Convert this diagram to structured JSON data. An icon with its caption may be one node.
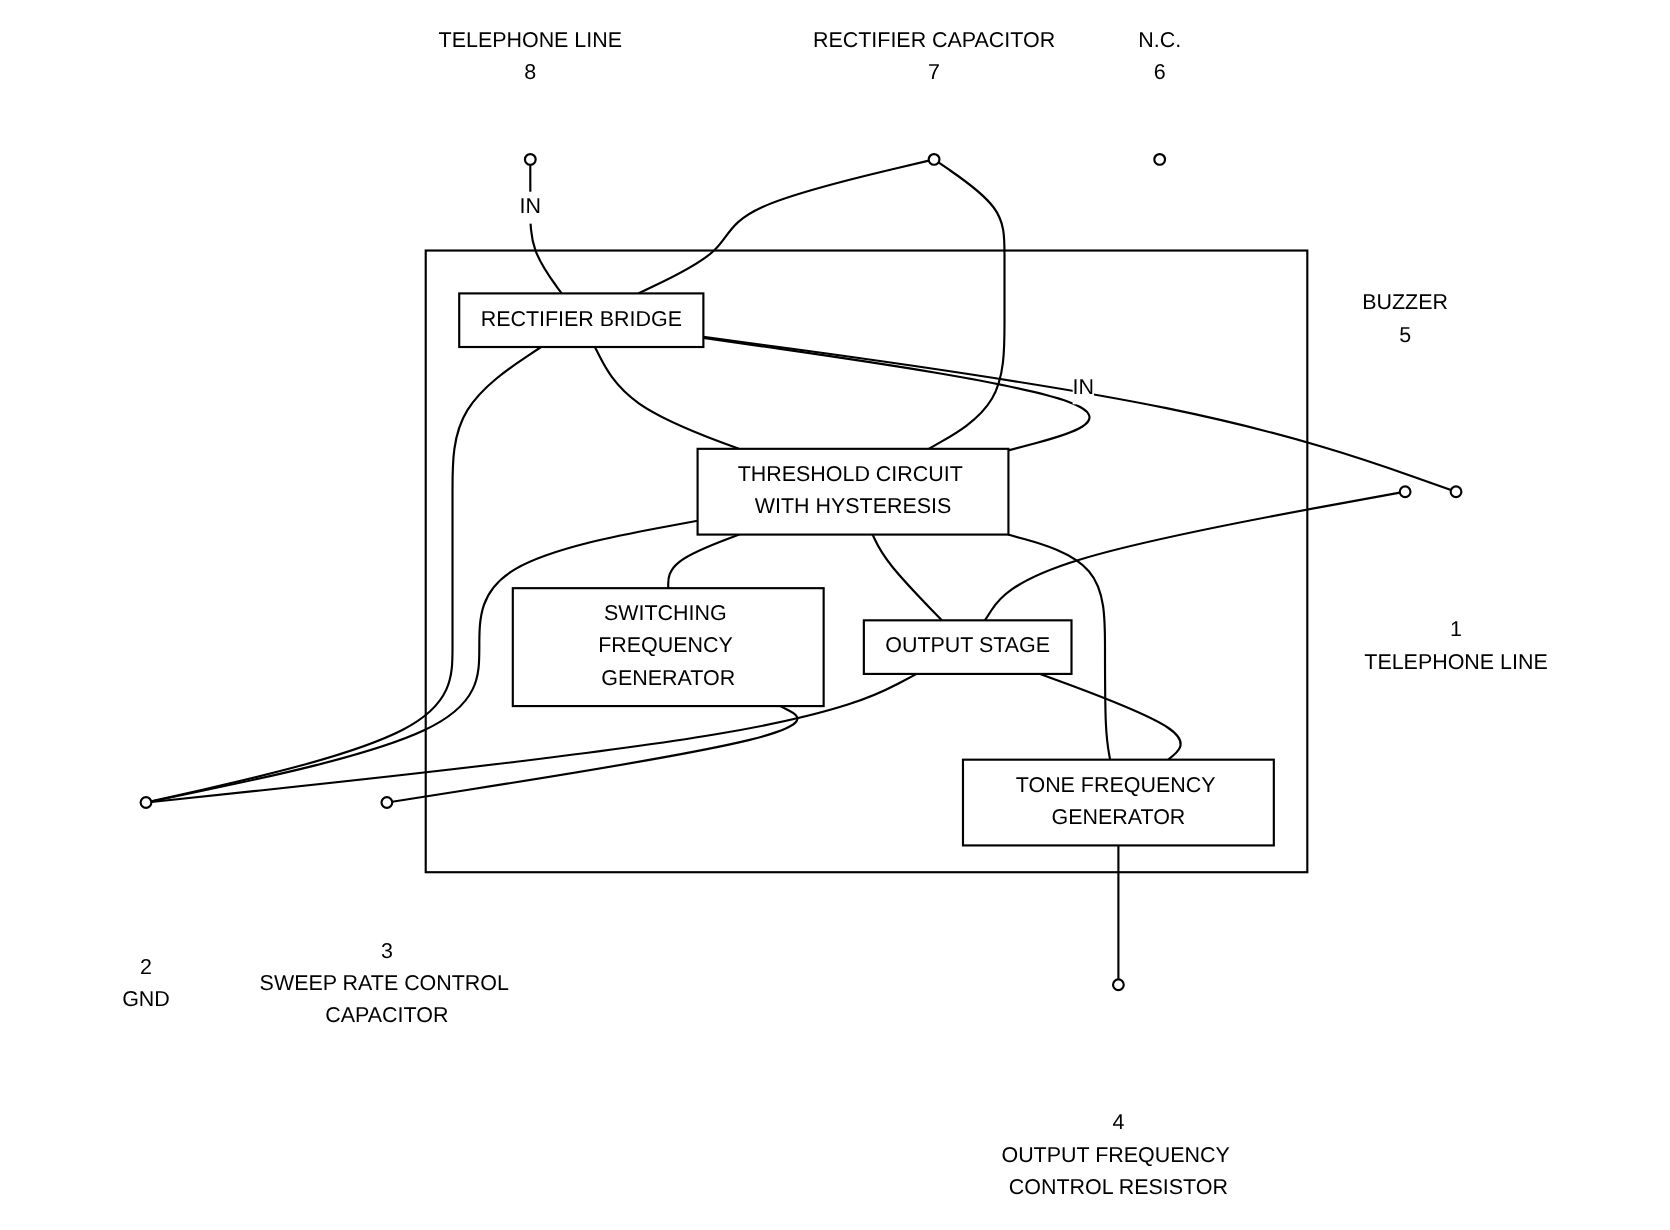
{
  "diagram": {
    "nodes": [
      {
        "text": [],
        "shape": "circle",
        "beside": [
          "TELEPHONE LINE",
          "8"
        ]
      },
      {
        "text": [],
        "shape": "circle",
        "beside": [
          "RECTIFIER CAPACITOR",
          "7"
        ]
      },
      {
        "text": [],
        "shape": "circle",
        "beside": [
          "N.C.",
          "6"
        ]
      },
      {
        "text": [],
        "shape": "circle",
        "beside": [
          "BUZZER",
          "5"
        ]
      },
      {
        "text": [],
        "shape": "box"
      },
      {
        "text": [
          "RECTIFIER BRIDGE"
        ],
        "in": 4
      },
      {
        "text": [
          "THRESHOLD CIRCUIT WITH HYSTERESIS"
        ],
        "in": 4
      },
      {
        "text": [
          "OUTPUT STAGE"
        ],
        "in": 4
      },
      {
        "text": [
          "SWITCHING FREQUENCY GENERATOR"
        ],
        "in": 4
      },
      {
        "text": [
          "TONE FREQUENCY GENERATOR"
        ],
        "in": 4
      },
      {
        "text": [],
        "shape": "circle",
        "beside": [
          "1",
          "TELEPHONE LINE"
        ]
      },
      {
        "text": [],
        "shape": "circle",
        "beside": [
          "2",
          "GND"
        ]
      },
      {
        "text": [],
        "shape": "circle",
        "beside": [
          "3",
          "SWEEP RATE CONTROL CAPACITOR"
        ]
      },
      {
        "text": [],
        "shape": "circle",
        "beside": [
          "4",
          "OUTPUT FREQUENCY CONTROL RESISTOR"
        ]
      }
    ],
    "edges": [
      {
        "from": 0,
        "to": 5,
        "arrow": "none",
        "label": "IN"
      },
      {
        "from": 10,
        "to": 5,
        "arrow": "none",
        "label": "IN"
      },
      {
        "from": 5,
        "to": 6,
        "arrow": "none"
      },
      {
        "from": 1,
        "to": 5,
        "arrow": "none"
      },
      {
        "from": 1,
        "to": 6,
        "arrow": "none"
      },
      {
        "from": 5,
        "to": 6,
        "arrow": "none"
      },
      {
        "from": 11,
        "to": 5,
        "arrow": "none"
      },
      {
        "from": 11,
        "to": 6,
        "arrow": "none"
      },
      {
        "from": 11,
        "to": 7,
        "arrow": "none"
      },
      {
        "from": 6,
        "to": 7,
        "arrow": "none"
      },
      {
        "from": 7,
        "to": 3,
        "arrow": "none"
      },
      {
        "from": 6,
        "to": 8,
        "arrow": "none"
      },
      {
        "from": 6,
        "to": 9,
        "arrow": "none"
      },
      {
        "from": 7,
        "to": 9,
        "arrow": "none"
      },
      {
        "from": 8,
        "to": 12,
        "arrow": "none"
      },
      {
        "from": 9,
        "to": 13,
        "arrow": "none"
      }
    ]
  }
}
